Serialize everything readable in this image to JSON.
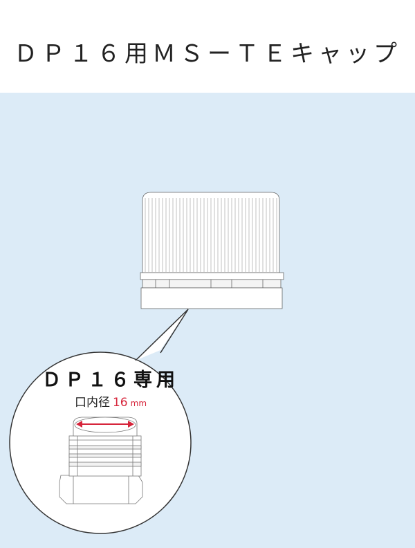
{
  "header": {
    "title": "ＤＰ１６用ＭＳーＴＥキャップ"
  },
  "callout": {
    "product": "ＤＰ１６専用",
    "inner_label": "口内径",
    "inner_value": "16",
    "inner_unit": "mm"
  },
  "colors": {
    "panel_bg": "#dcebf7",
    "accent_red": "#d6243a",
    "line": "#555555"
  }
}
